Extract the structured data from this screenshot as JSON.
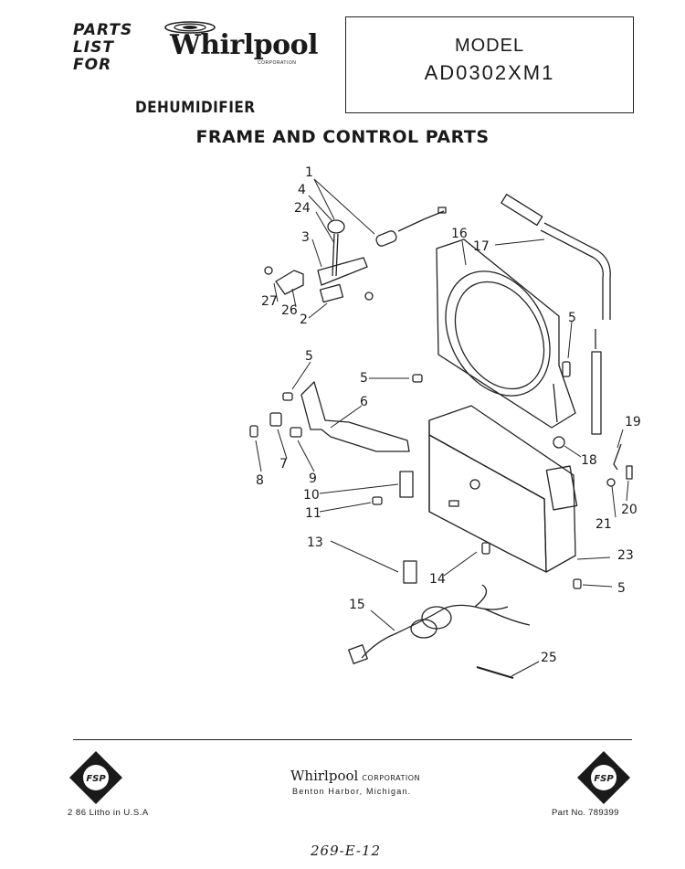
{
  "header": {
    "parts_list_lines": [
      "PARTS",
      "LIST",
      "FOR"
    ],
    "brand": "Whirlpool",
    "brand_tag": "CORPORATION",
    "product": "DEHUMIDIFIER"
  },
  "model_box": {
    "label": "MODEL",
    "number": "AD0302XM1"
  },
  "section_title": "FRAME AND CONTROL PARTS",
  "callouts": [
    "1",
    "4",
    "24",
    "3",
    "27",
    "26",
    "2",
    "5",
    "5",
    "6",
    "7",
    "8",
    "9",
    "10",
    "11",
    "13",
    "14",
    "15",
    "16",
    "17",
    "5",
    "18",
    "19",
    "20",
    "21",
    "23",
    "5",
    "25"
  ],
  "footer": {
    "brand": "Whirlpool",
    "brand_tag": "CORPORATION",
    "location": "Benton Harbor, Michigan.",
    "litho": "2 86 Litho in U.S.A",
    "part_no": "Part No. 789399",
    "handwritten": "269-E-12",
    "fsp_badge": "FSP"
  }
}
